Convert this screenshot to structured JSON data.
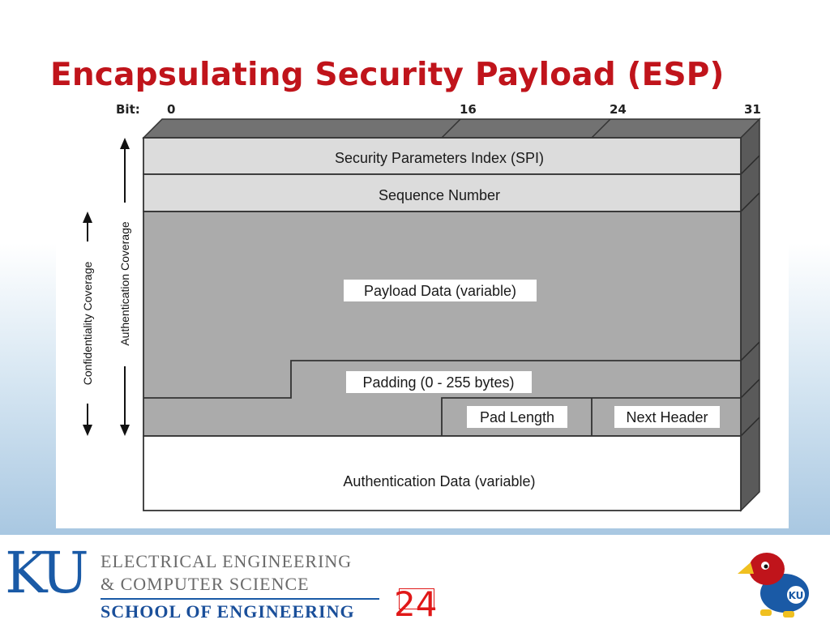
{
  "slide": {
    "title": "Encapsulating Security Payload (ESP)",
    "page_number": "24"
  },
  "diagram": {
    "bit_label": "Bit:",
    "bit_ticks": [
      "0",
      "16",
      "24",
      "31"
    ],
    "fields": {
      "spi": "Security Parameters Index (SPI)",
      "sequence": "Sequence Number",
      "payload": "Payload Data (variable)",
      "padding": "Padding (0 - 255 bytes)",
      "pad_length": "Pad Length",
      "next_header": "Next Header",
      "auth_data": "Authentication Data (variable)"
    },
    "coverage": {
      "confidentiality": "Confidentiality Coverage",
      "authentication": "Authentication Coverage"
    },
    "colors": {
      "light_fill": "#dcdcdc",
      "dark_fill": "#ababab",
      "top_face": "#727272",
      "side_face": "#5a5a5a",
      "title_red": "#c0141b",
      "ku_blue": "#1a5aa6"
    }
  },
  "footer": {
    "logo_text": "KU",
    "dept_line1": "ELECTRICAL ENGINEERING",
    "dept_line2": "& COMPUTER SCIENCE",
    "dept_line3": "SCHOOL OF ENGINEERING",
    "mascot_badge": "KU"
  }
}
